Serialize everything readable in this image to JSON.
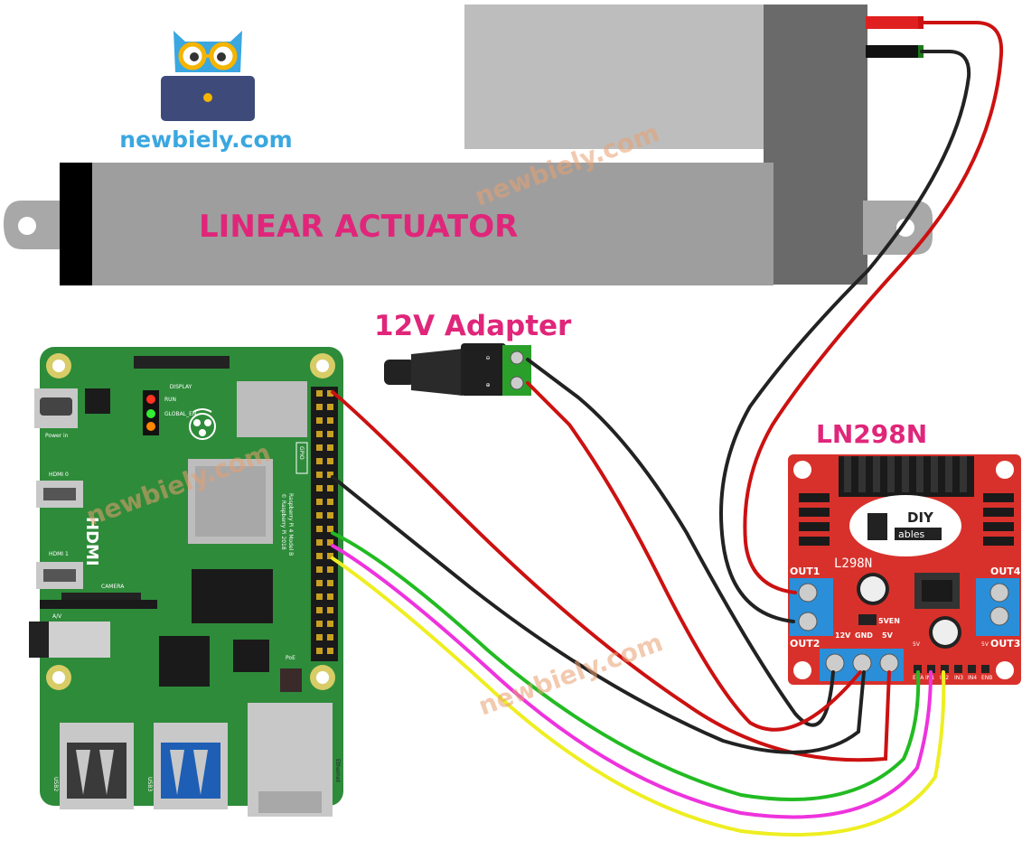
{
  "branding": {
    "logo_text": "newbiely.com",
    "watermark": "newbiely.com"
  },
  "labels": {
    "actuator": "LINEAR ACTUATOR",
    "adapter": "12V Adapter",
    "driver": "LN298N"
  },
  "driver_board": {
    "chip_label": "L298N",
    "brand_top": "DIY",
    "brand_bottom": "ables",
    "out1": "OUT1",
    "out2": "OUT2",
    "out3": "OUT3",
    "out4": "OUT4",
    "pin_12v": "12V",
    "pin_gnd": "GND",
    "pin_5v": "5V",
    "pin_5ven": "5VEN",
    "pin_ena": "ENA",
    "pin_in1": "IN1",
    "pin_in2": "IN2",
    "pin_in3": "IN3",
    "pin_in4": "IN4",
    "pin_enb": "ENB",
    "pin_5v_left": "5V",
    "pin_5v_right": "5V"
  },
  "raspberry_pi": {
    "display": "DISPLAY",
    "camera": "CAMERA",
    "hdmi": "HDMI",
    "hdmi0": "HDMI 0",
    "hdmi1": "HDMI 1",
    "power_in": "Power in",
    "av": "A/V",
    "gpio": "GPIO",
    "model_line1": "Raspberry Pi 4 Model B",
    "model_line2": "© Raspberry Pi 2018",
    "poe": "PoE",
    "ethernet": "Ethernet",
    "usb2": "USB2",
    "usb3": "USB3",
    "led_run": "RUN",
    "led_global": "GLOBAL_EN"
  },
  "colors": {
    "label_pink": "#e0267a",
    "logo_blue": "#3aa7e0",
    "board_green": "#2e8b3a",
    "driver_red": "#d8312b",
    "wire_red": "#cc1111",
    "wire_black": "#222222",
    "wire_green": "#22bb22",
    "wire_magenta": "#ee33dd",
    "wire_yellow": "#eeee22"
  }
}
